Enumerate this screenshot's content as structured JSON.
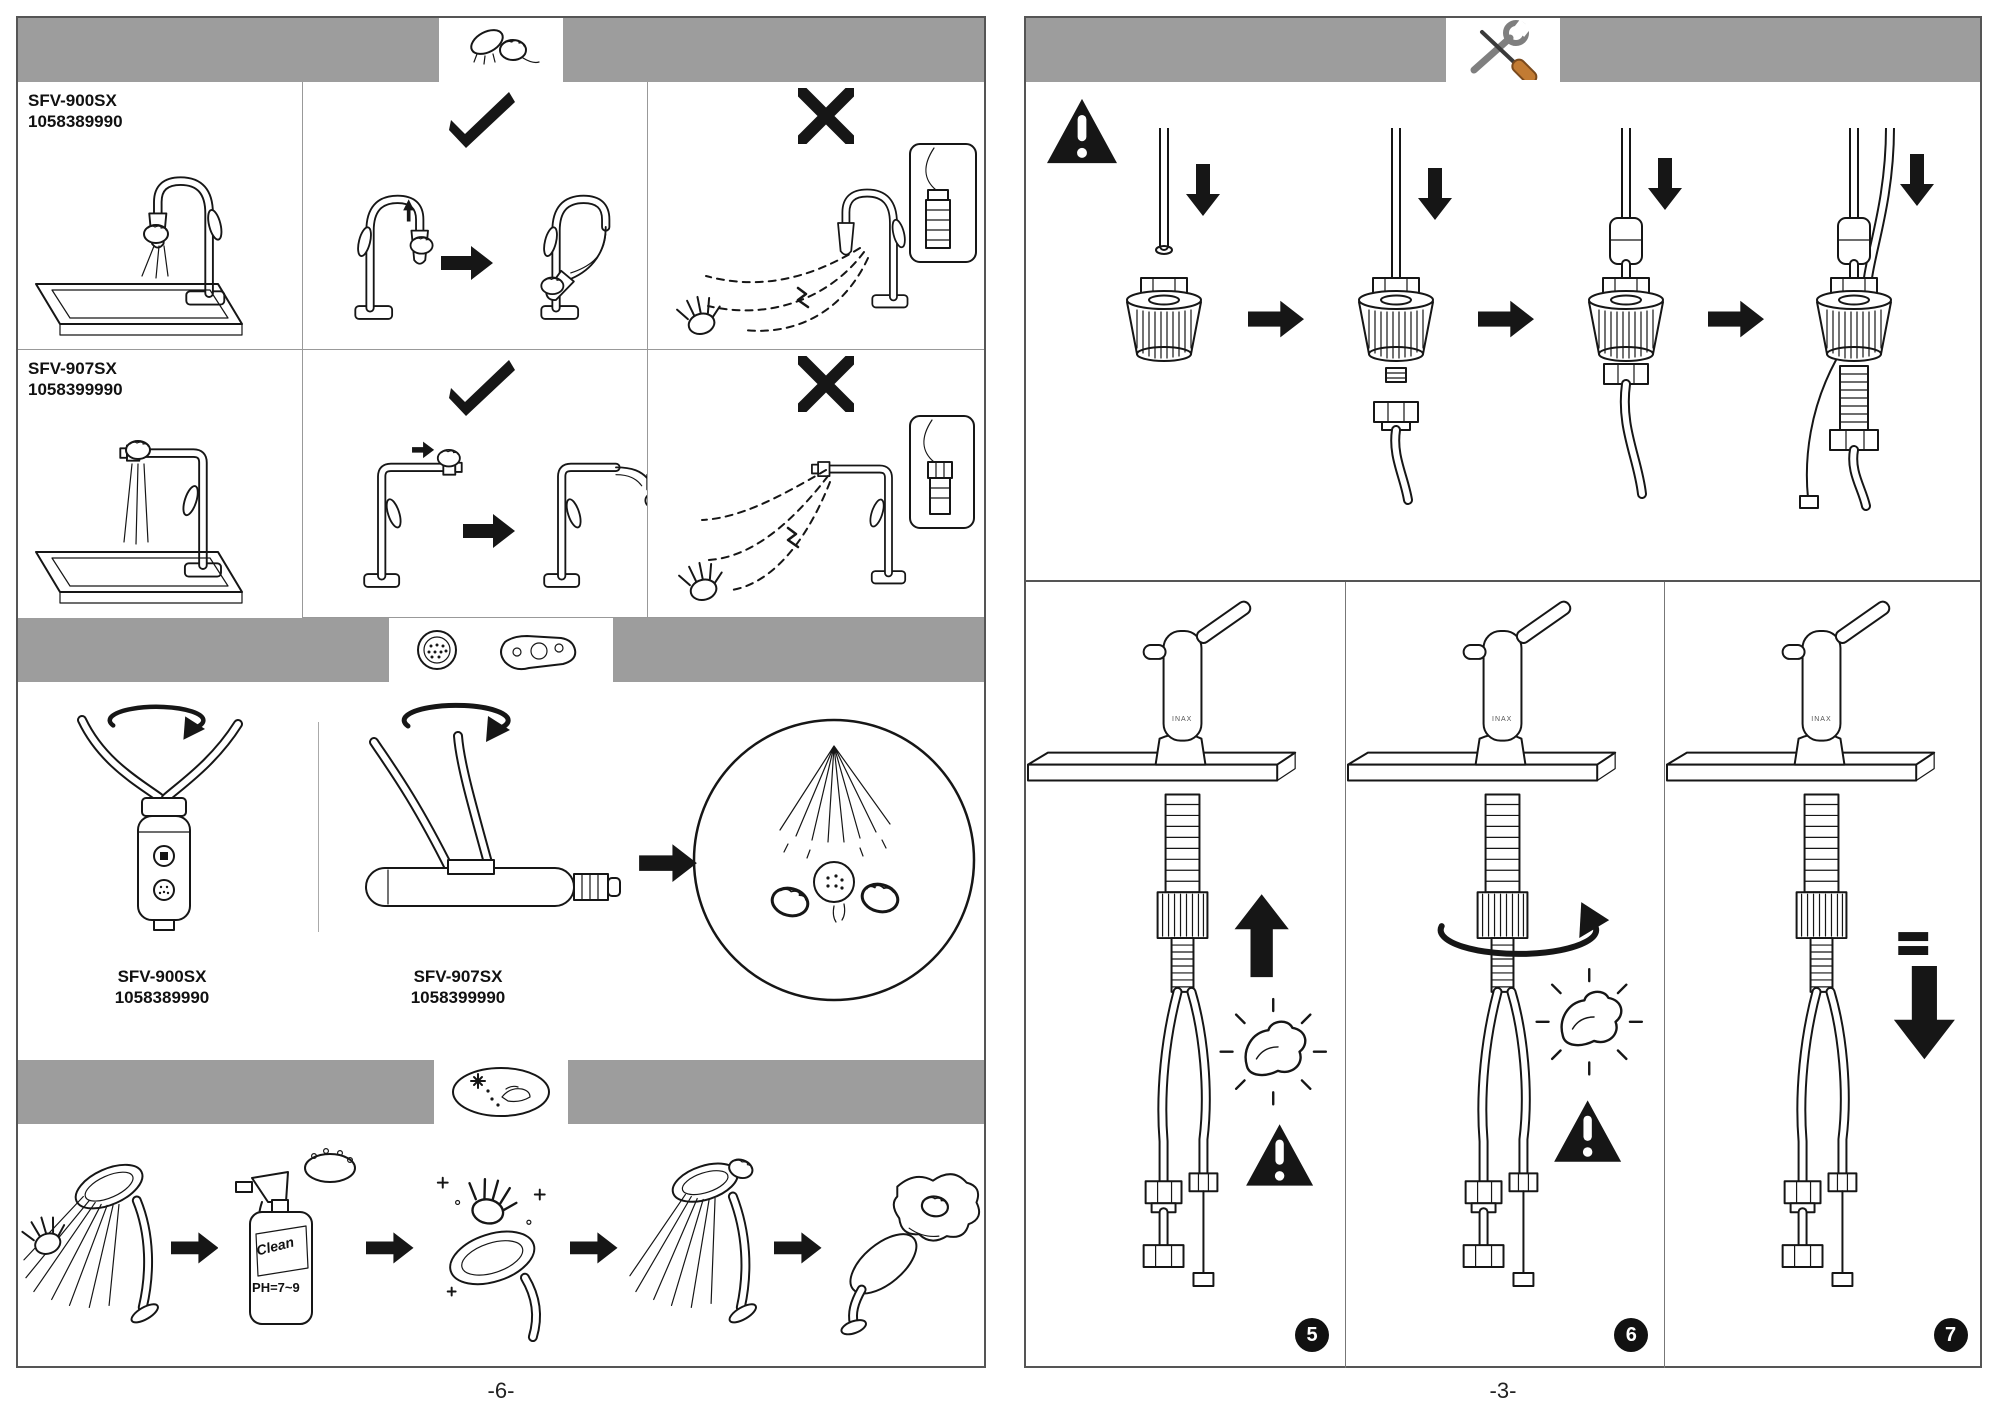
{
  "colors": {
    "banner_gray": "#9d9d9d",
    "ink": "#161616",
    "screwdriver_handle": "#c27b33"
  },
  "icons": {
    "check": "✓",
    "cross": "✕",
    "warning": "⚠",
    "arrow_right": "➔",
    "arrow_down": "⬇",
    "arrow_up": "⬆"
  },
  "left_page": {
    "page_number": "-6-",
    "usage_section": {
      "rows": [
        {
          "model": "SFV-900SX",
          "code": "1058389990"
        },
        {
          "model": "SFV-907SX",
          "code": "1058399990"
        }
      ]
    },
    "maintenance_section": {
      "items": [
        {
          "model": "SFV-900SX",
          "code": "1058389990"
        },
        {
          "model": "SFV-907SX",
          "code": "1058399990"
        }
      ]
    },
    "cleaning_section": {
      "spray_label": "Clean",
      "ph_label": "PH=7~9"
    }
  },
  "right_page": {
    "page_number": "-3-",
    "brand": "INAX",
    "step_badges": [
      "5",
      "6",
      "7"
    ]
  }
}
